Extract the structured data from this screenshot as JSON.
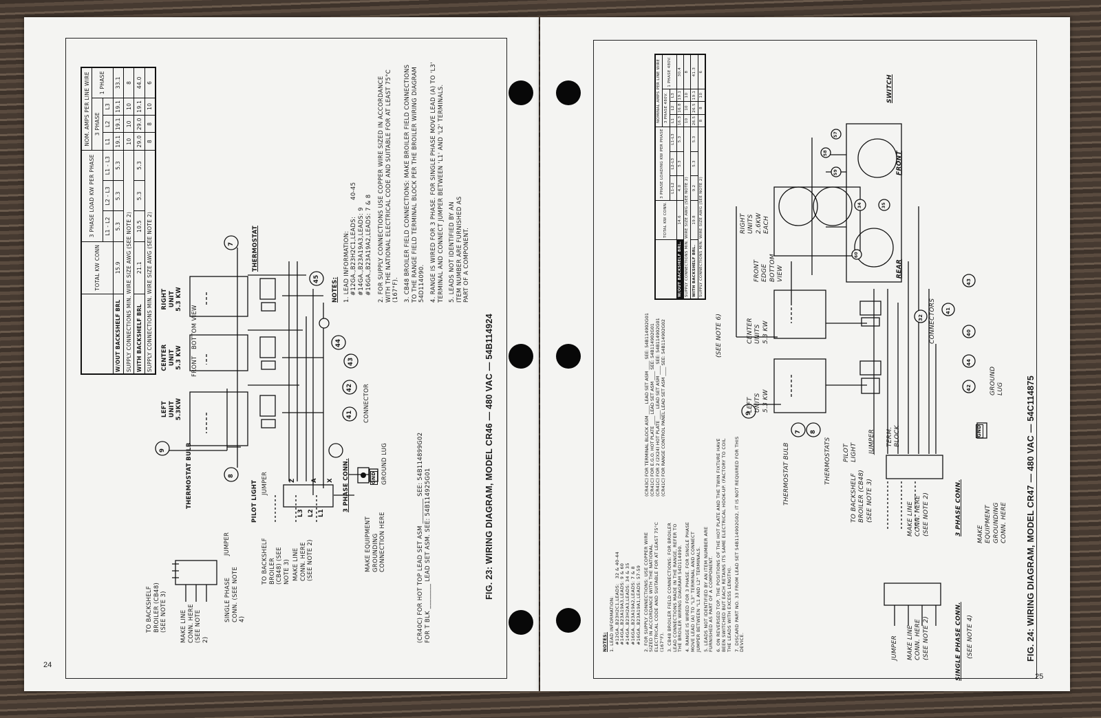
{
  "left_page": {
    "page_number": "24",
    "caption": "FIG. 23: WIRING DIAGRAM, MODEL CR46 — 480 VAC — 54B114924",
    "table": {
      "headers": {
        "total": "TOTAL KW CONN",
        "load": "3 PHASE LOAD KW PER PHASE",
        "amps": "NOM. AMPS PER LINE WIRE",
        "three_phase": "3 PHASE",
        "one_phase": "1 PHASE",
        "l1l2": "L1 - L2",
        "l2l3": "L2 - L3",
        "l1l3": "L1 - L3",
        "l1": "L1",
        "l2": "L2",
        "l3": "L3"
      },
      "rows": [
        {
          "label": "W/OUT BACKSHELF BRL",
          "total": "15.9",
          "l1l2": "5.3",
          "l2l3": "5.3",
          "l1l3": "5.3",
          "l1": "19.1",
          "l2": "19.1",
          "l3": "19.1",
          "p1": "33.1"
        },
        {
          "label": "SUPPLY CONNECTIONS MIN. WIRE SIZE AWG (SEE NOTE 2)",
          "l1": "10",
          "l2": "10",
          "l3": "10",
          "p1": "8"
        },
        {
          "label": "WITH BACKSHELF BRL",
          "total": "21.1",
          "l1l2": "10.5",
          "l2l3": "5.3",
          "l1l3": "5.3",
          "l1": "29.0",
          "l2": "29.0",
          "l3": "19.1",
          "p1": "44.0"
        },
        {
          "label": "SUPPLY CONNECTIONS MIN. WIRE SIZE AWG (SEE NOTE 2)",
          "l1": "8",
          "l2": "8",
          "l3": "10",
          "p1": "6"
        }
      ]
    },
    "notes": {
      "title": "NOTES:",
      "n1": "1. LEAD INFORMATION:",
      "n1a": "#12GA.,B23H2C1,LEADS:        40-45",
      "n1b": "#14GA.,B23A19A3,LEADS: 9",
      "n1c": "#16GA.,B23A19A2,LEADS: 7 & 8",
      "n2": "2. FOR SUPPLY CONNECTIONS USE COPPER WIRE SIZED IN ACCORDANCE WITH THE NATIONAL ELECTRICAL CODE AND SUITABLE FOR AT LEAST 75°C (167°F).",
      "n3": "3. CB48 BROILER FIELD CONNECTIONS: MAKE BROILER FIELD CONNECTIONS TO THE RANGE FIELD TERMINAL BLOCK PER THE BROILER WIRING DIAGRAM 54D114090.",
      "n4": "4. RANGE IS WIRED FOR 3 PHASE. FOR SINGLE PHASE MOVE LEAD (A) TO 'L3' TERMINAL AND CONNECT JUMPER BETWEEN 'L1' AND 'L2' TERMINALS.",
      "n5": "5. LEADS NOT IDENTIFIED BY AN ITEM NUMBER ARE FURNISHED AS PART OF A COMPONENT."
    },
    "lead_sets": {
      "line1": "(CR40C) FOR HOT TOP LEAD SET ASM ________ SEE: 54B114899G02",
      "line2": "FOR T BLK ________ LEAD SET ASM. SEE: 54B114925G01"
    },
    "labels": {
      "left_unit": "LEFT UNIT 5.3KW",
      "center_unit": "CENTER UNIT 5.3 KW",
      "right_unit": "RIGHT UNIT 5.3 KW",
      "front": "FRONT",
      "bottom_view": "BOTTOM VIEW",
      "thermostat": "THERMOSTAT",
      "thermostat_bulb": "THERMOSTAT BULB",
      "pilot_light": "PILOT LIGHT",
      "jumper": "JUMPER",
      "jumper2": "JUMPER",
      "connector": "CONNECTOR",
      "ground_lug": "GROUND LUG",
      "gnd": "GND",
      "three_phase": "3 PHASE CONN.",
      "grounding": "MAKE EQUIPMENT GROUNDING CONNECTION HERE",
      "backshelf": "TO BACKSHELF BROILER (CB48) (SEE NOTE 3)",
      "backshelf2": "TO BACKSHELF BROILER (CB48) (SEE NOTE 3)",
      "make_line": "MAKE LINE CONN. HERE (SEE NOTE 2)",
      "make_line2": "MAKE LINE CONN. HERE (SEE NOTE 2)",
      "single_phase": "SINGLE PHASE CONN. (SEE NOTE 4)",
      "terminals": [
        "L3",
        "L2",
        "L1"
      ],
      "items": [
        "7",
        "8",
        "9",
        "41",
        "42",
        "43",
        "44",
        "45",
        "A",
        "X",
        "Z"
      ]
    }
  },
  "right_page": {
    "page_number": "25",
    "caption": "FIG. 24: WIRING DIAGRAM, MODEL CR47 — 480 VAC — 54C114875",
    "table": {
      "headers": {
        "total": "TOTAL KW CONN.",
        "load": "3 PHASE LOADING KW PER PHASE",
        "amps": "NOMINAL AMPS PER LINE WIRE",
        "three_phase": "3 PHASE 480V.",
        "one_phase": "1 PHASE 480V.",
        "l1l2": "L1-L2",
        "l2l3": "L2-L3",
        "l1l3": "L1-L3",
        "l1": "L1",
        "l2": "L2",
        "l3": "L3"
      },
      "rows": [
        {
          "label": "W/OUT BACKSHELF BRL.",
          "total": "14.6",
          "l1l2": "4.0",
          "l2l3": "5.3",
          "l1l3": "5.3",
          "l1": "16.3",
          "l2": "16.8",
          "l3": "19.1",
          "p1": "30.4"
        },
        {
          "label": "SUPPLY CONNECTIONS MIN. WIRE SIZE AWG (SEE NOTE 2)",
          "l1": "10",
          "l2": "10",
          "l3": "10",
          "p1": "8"
        },
        {
          "label": "WITH BACKSHELF BRL.",
          "total": "19.8",
          "l1l2": "9.2",
          "l2l3": "5.3",
          "l1l3": "5.3",
          "l1": "26.5",
          "l2": "26.5",
          "l3": "19.1",
          "p1": "41.3"
        },
        {
          "label": "SUPPLY CONNECTIONS MIN. WIRE SIZE AWG (SEE NOTE 2)",
          "l1": "8",
          "l2": "8",
          "l3": "10",
          "p1": "6"
        }
      ]
    },
    "lead_sets": [
      "(CR43C) FOR TERMINAL BLOCK ASM ____ LEAD SET ASM ____ SEE: 54B114902G01",
      "(CR41C) FOR E.G.O. HOT PLATE ____ LEAD SET ASM ____ SEE: 54B114902G01",
      "(CR41C) FOR 2 (2X24) HOT PLATE ____ LEAD SET ASM ____ SEE: 54B114902G01",
      "(CR41C) FOR RANGE CONTROL PANEL LEAD SET ASM ____ SEE: 54B114902G02"
    ],
    "notes": {
      "title": "NOTES:",
      "n1": "1. LEAD INFORMATION:",
      "n1a": "#12GA.,B23H2C1,LEADS:   32 & 40-44",
      "n1b": "#14GA.,B23A19A3,LEADS: 9 & 60",
      "n1c": "#14GA.,B23H2A3,LEADS: 34 & 35",
      "n1d": "#16GA.,B23A19A2,LEADS: 7 & 8",
      "n1e": "#16GA.,B23A19A1,LEADS: 57-59",
      "n2": "2. FOR SUPPLY CONNECTIONS: USE COPPER WIRE SIZED IN ACCORDANCE WITH THE NATIONAL ELECTRICAL CODE AND SUITABLE FOR AT LEAST 75°C (167°F).",
      "n3": "3. CB48 BROILER FIELD CONNECTIONS: FOR BROILER LEAD CONNECTIONS MADE IN THE RANGE, REFER TO THE BROILER WIRING DIAGRAM 54D114090.",
      "n4": "4. RANGE IS WIRED FOR 3 PHASE. FOR SINGLE PHASE MOVE LEAD (A) TO \"L3\" TERMINAL AND CONNECT JUMPER BETWEEN \"L1 AND L2\" TERMINALS.",
      "n5": "5. LEADS NOT IDENTIFIED BY AN ITEM NUMBER ARE FURNISHED AS PART OF A COMPONENT.",
      "n6": "6. ON REVERSED TOP, THE POSITIONS OF THE HOT PLATE AND THE TWIN FIXTURE HAVE BEEN SWITCHED BUT EACH RETAINS ITS SAME ELECTRICAL HOOK-UP. (FACTORY TO COIL THE LEADS WITH EXCESS LENGTH).",
      "n7": "7. DISCARD PART NO. 33 FROM LEAD SET 54B114902G02, IT IS NOT REQUIRED FOR THIS DEVICE."
    },
    "labels": {
      "switch": "SWITCH",
      "front": "FRONT",
      "rear": "REAR",
      "right_units": "RIGHT UNITS 2.6KW EACH",
      "front_edge": "FRONT EDGE BOTTOM VIEW",
      "see_note6": "(SEE NOTE 6)",
      "center_units": "CENTER UNITS 5.3 KW",
      "left_units": "LEFT UNITS 5.3 KW",
      "connectors": "CONNECTORS",
      "thermostat_bulb": "THERMOSTAT BULB",
      "thermostats": "THERMOSTATS",
      "pilot_light": "PILOT LIGHT",
      "jumper": "JUMPER",
      "term_block": "TERM. BLOCK",
      "ground_lug": "GROUND LUG",
      "gnd": "GND",
      "backshelf": "TO BACKSHELF BROILER (CB48) (SEE NOTE 3)",
      "make_line": "MAKE LINE CONN. HERE (SEE NOTE 2)",
      "make_line2": "MAKE LINE CONN. HERE (SEE NOTE 2)",
      "three_phase": "3 PHASE CONN.",
      "single_phase": "SINGLE PHASE CONN.",
      "see_note4": "(SEE NOTE 4)",
      "grounding": "MAKE EQUIPMENT GROUNDING CONN. HERE",
      "jumper2": "JUMPER",
      "items": [
        "7",
        "8",
        "9",
        "32",
        "40",
        "41",
        "42",
        "43",
        "44",
        "34",
        "35",
        "57",
        "58",
        "59",
        "60"
      ]
    }
  }
}
